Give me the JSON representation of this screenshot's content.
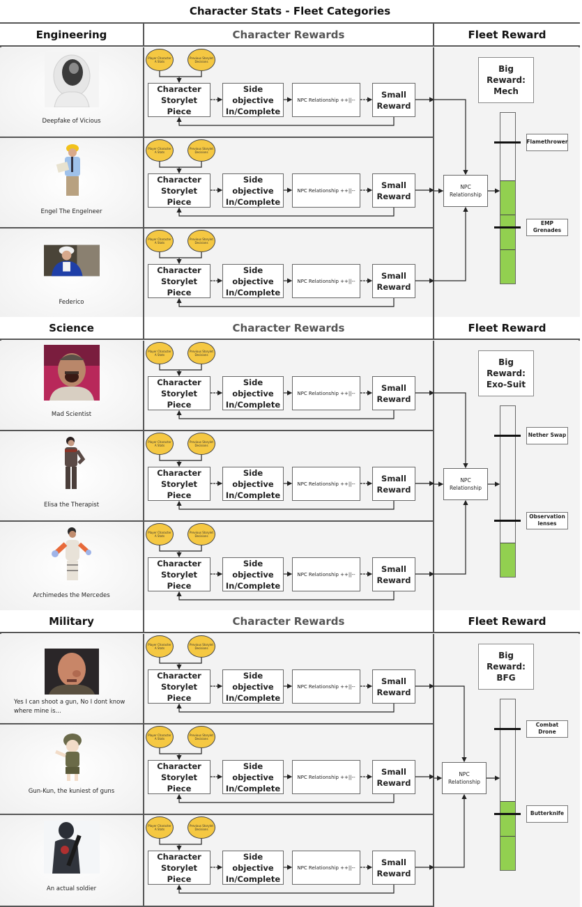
{
  "title": "Character Stats - Fleet Categories",
  "column_headers": {
    "rewards": "Character Rewards",
    "fleet": "Fleet Reward"
  },
  "flow_labels": {
    "input_stats": "Player Character A Stats",
    "input_decisions": "Previous Storylet Decisions",
    "storylet": "Character Storylet Piece",
    "side_objective": "Side objective In/Complete",
    "npc_relationship_change": "NPC Relationship ++||--",
    "small_reward": "Small Reward",
    "npc_relationship": "NPC Relationship"
  },
  "categories": [
    {
      "name": "Engineering",
      "big_reward": "Big Reward: Mech",
      "progress_filled_segments": 3,
      "progress_total_segments": 5,
      "milestones": [
        "Flamethrower",
        "EMP Grenades"
      ],
      "characters": [
        {
          "name": "Deepfake of Vicious",
          "portrait": "astronaut-helmet-portrait"
        },
        {
          "name": "Engel The Engelneer",
          "portrait": "engineer-hardhat-portrait"
        },
        {
          "name": "Federico",
          "portrait": "worker-hardhat-photo"
        }
      ]
    },
    {
      "name": "Science",
      "big_reward": "Big Reward: Exo-Suit",
      "progress_filled_segments": 1,
      "progress_total_segments": 5,
      "milestones": [
        "Nether Swap",
        "Observation lenses"
      ],
      "characters": [
        {
          "name": "Mad Scientist",
          "portrait": "laughing-man-portrait"
        },
        {
          "name": "Elisa the Therapist",
          "portrait": "suited-woman-figure"
        },
        {
          "name": "Archimedes the Mercedes",
          "portrait": "exo-arm-woman-figure"
        }
      ]
    },
    {
      "name": "Military",
      "big_reward": "Big Reward: BFG",
      "progress_filled_segments": 2,
      "progress_total_segments": 5,
      "milestones": [
        "Combat Drone",
        "Butterknife"
      ],
      "characters": [
        {
          "name": "Yes I can shoot a gun, No I dont know where mine is...",
          "portrait": "heavy-gunner-portrait"
        },
        {
          "name": "Gun-Kun, the kuniest of guns",
          "portrait": "chibi-soldier-figure"
        },
        {
          "name": "An actual soldier",
          "portrait": "armored-soldier-figure"
        }
      ]
    }
  ],
  "colors": {
    "progress_fill": "#92d050",
    "input_oval": "#f5c842",
    "panel_bg": "#f3f3f3",
    "border": "#555555"
  }
}
